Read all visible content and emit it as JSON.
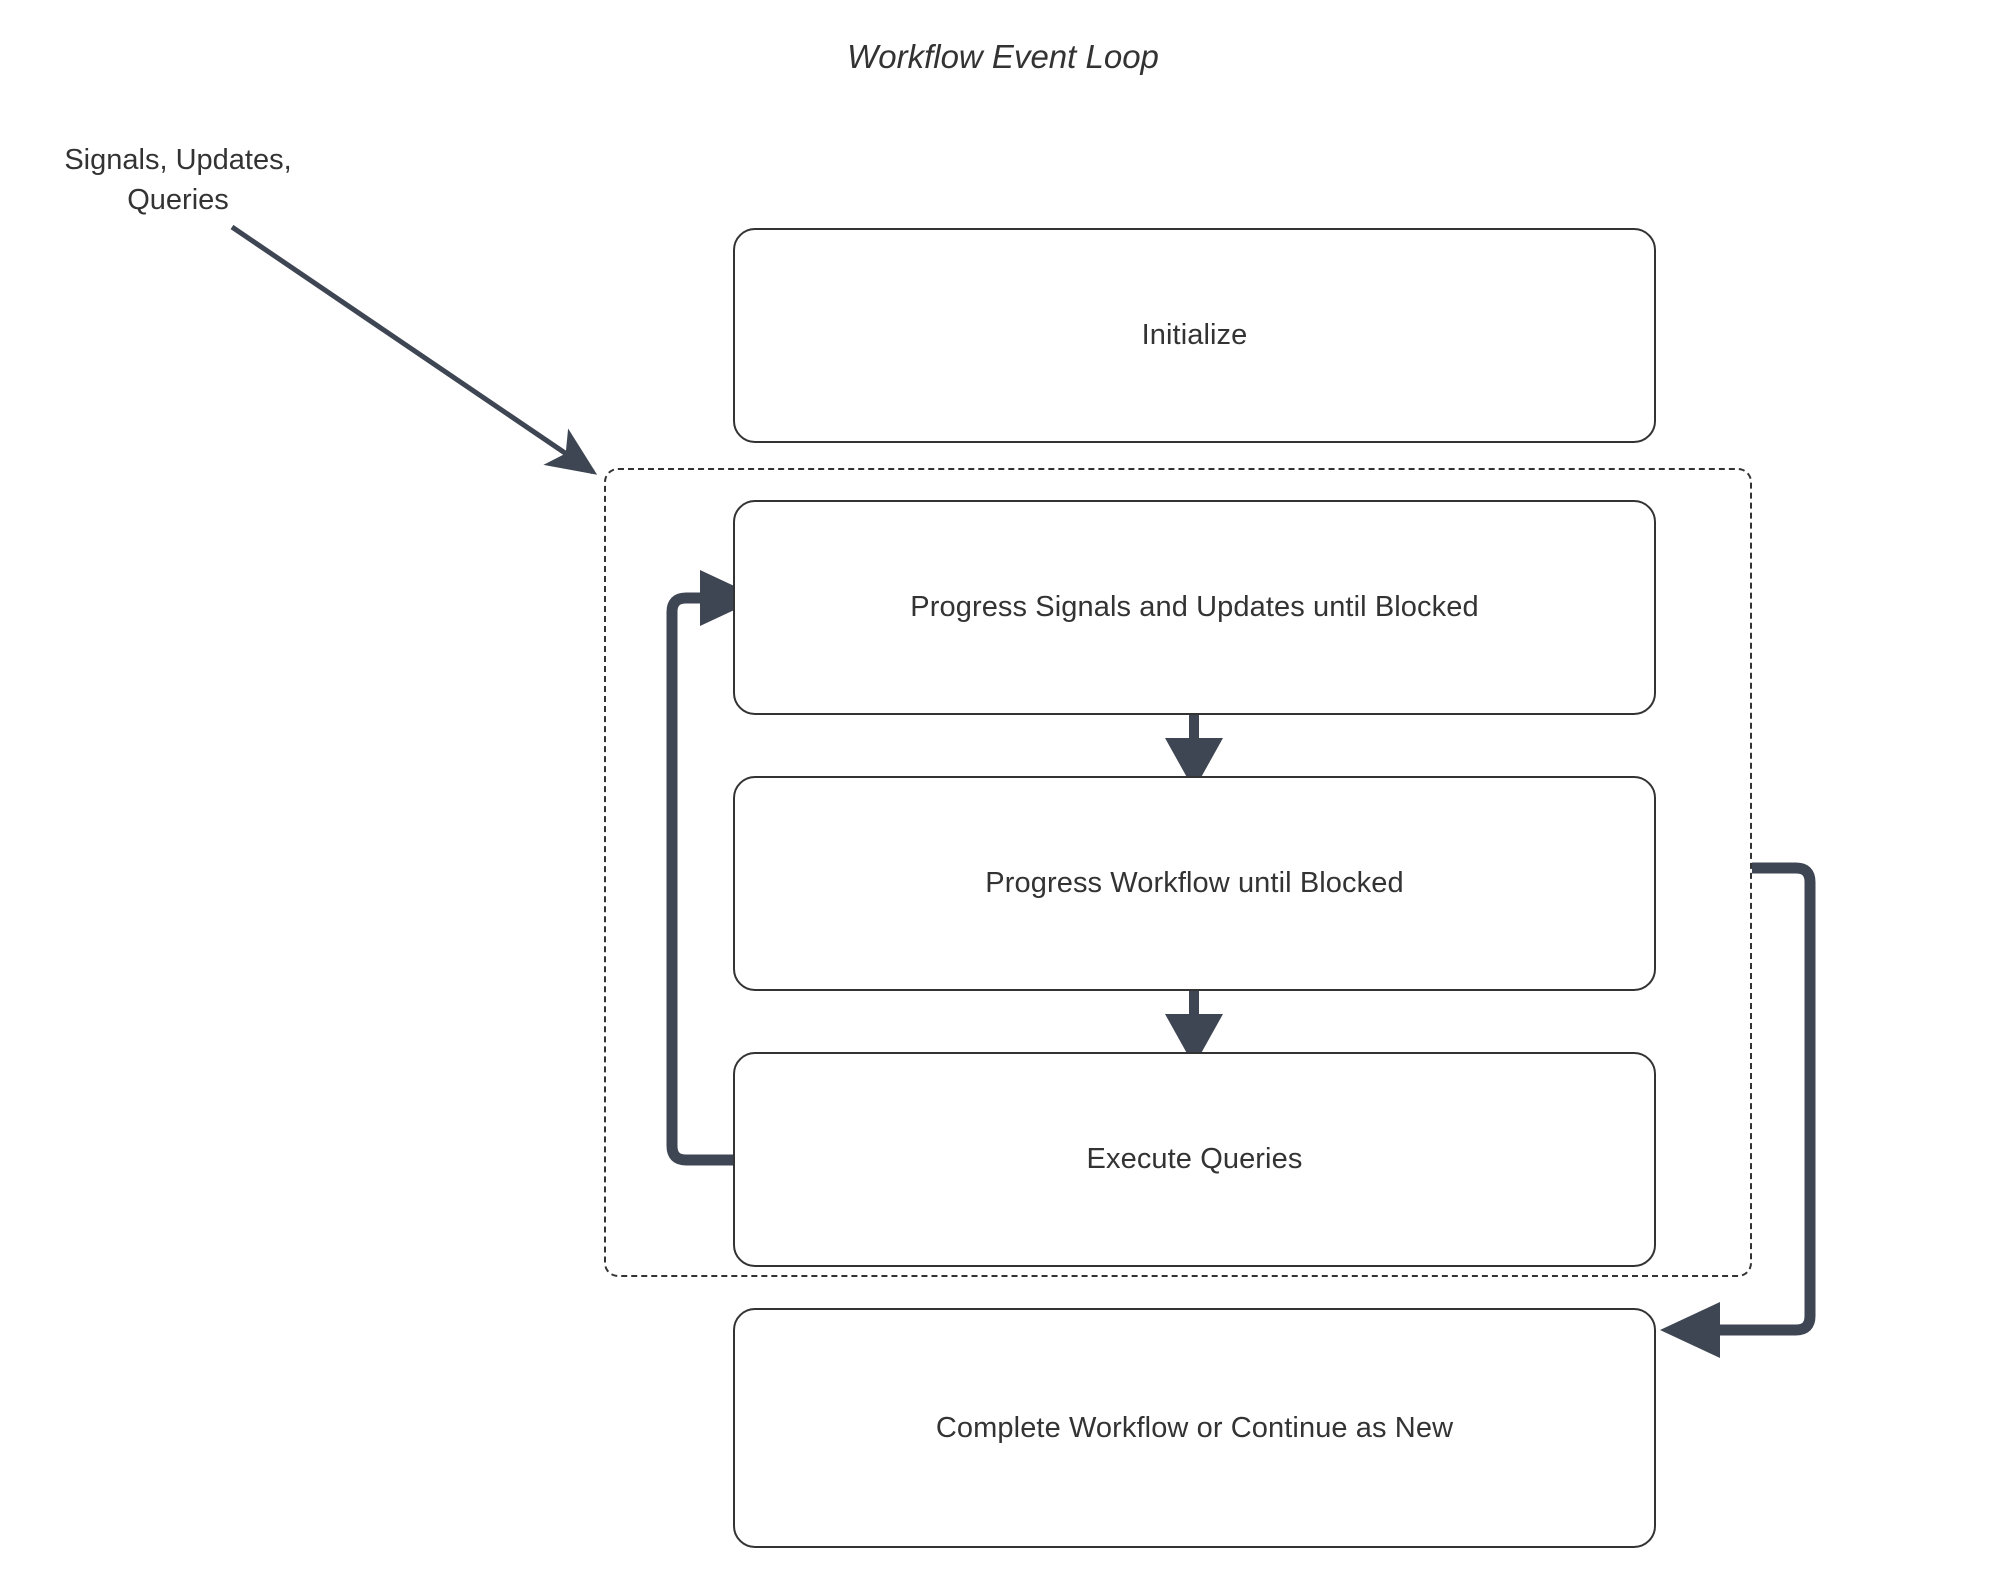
{
  "diagram": {
    "title": "Workflow Event Loop",
    "type": "flowchart",
    "background_color": "#ffffff",
    "box_border_color": "#333333",
    "connector_color": "#3f4653",
    "text_color": "#333333",
    "external_input_label": "Signals, Updates,\nQueries",
    "external_input_label_line1": "Signals, Updates,",
    "external_input_label_line2": "Queries",
    "loop_container": {
      "name": "event-loop-group",
      "border_style": "dashed",
      "label": ""
    },
    "nodes": [
      {
        "id": "initialize",
        "label": "Initialize",
        "inside_loop": false
      },
      {
        "id": "progress-su",
        "label": "Progress Signals and Updates until Blocked",
        "inside_loop": true
      },
      {
        "id": "progress-wf",
        "label": "Progress Workflow until Blocked",
        "inside_loop": true
      },
      {
        "id": "exec-queries",
        "label": "Execute Queries",
        "inside_loop": true
      },
      {
        "id": "complete",
        "label": "Complete Workflow or Continue as New",
        "inside_loop": false
      }
    ],
    "edges": [
      {
        "from": "external-input",
        "to": "event-loop-group",
        "style": "thin-diagonal",
        "label": ""
      },
      {
        "from": "progress-su",
        "to": "progress-wf",
        "style": "arrow-down",
        "label": ""
      },
      {
        "from": "progress-wf",
        "to": "exec-queries",
        "style": "arrow-down",
        "label": ""
      },
      {
        "from": "exec-queries",
        "to": "progress-su",
        "style": "loop-back-left",
        "label": ""
      },
      {
        "from": "event-loop-group",
        "to": "complete",
        "style": "route-right",
        "label": ""
      }
    ]
  }
}
